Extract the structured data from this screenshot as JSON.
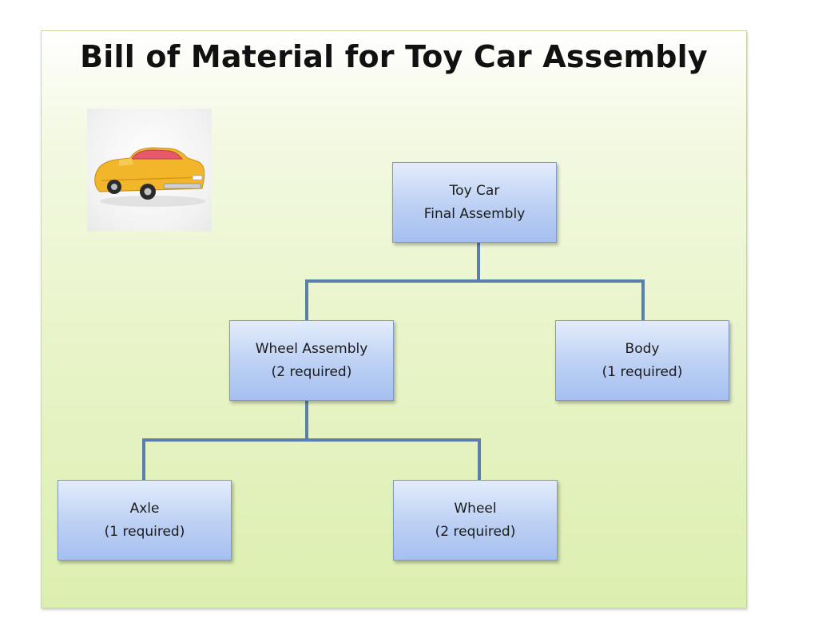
{
  "title": "Bill of Material for Toy Car Assembly",
  "image": {
    "subject": "toy-car-photo",
    "body_color": "#f2b62a"
  },
  "colors": {
    "background": "#e8f4c8",
    "node_fill": "#bcd0f4",
    "node_border": "#7d98c9",
    "connector": "#5b7fad"
  },
  "nodes": {
    "root": {
      "line1": "Toy Car",
      "line2": "Final Assembly"
    },
    "wheel_assembly": {
      "line1": "Wheel Assembly",
      "line2": "(2 required)"
    },
    "body": {
      "line1": "Body",
      "line2": "(1 required)"
    },
    "axle": {
      "line1": "Axle",
      "line2": "(1 required)"
    },
    "wheel": {
      "line1": "Wheel",
      "line2": "(2 required)"
    }
  },
  "edges": [
    {
      "from": "root",
      "to": "wheel_assembly"
    },
    {
      "from": "root",
      "to": "body"
    },
    {
      "from": "wheel_assembly",
      "to": "axle"
    },
    {
      "from": "wheel_assembly",
      "to": "wheel"
    }
  ]
}
